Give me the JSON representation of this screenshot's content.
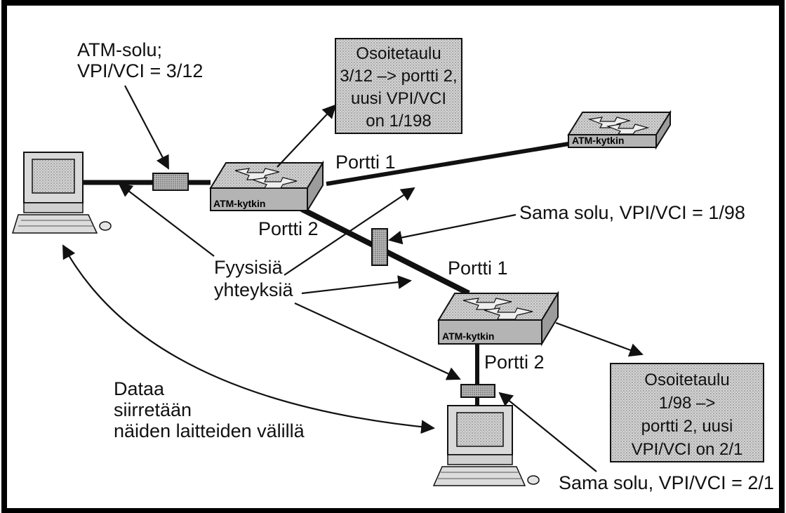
{
  "labels": {
    "atm_cell_line1": "ATM-solu;",
    "atm_cell_line2": "VPI/VCI = 3/12",
    "port1_top": "Portti 1",
    "port2_left": "Portti 2",
    "same_cell_1": "Sama solu, VPI/VCI = 1/98",
    "port1_mid": "Portti 1",
    "physical_line1": "Fyysisiä",
    "physical_line2": "yhteyksiä",
    "port2_bottom": "Portti 2",
    "data_line1": "Dataa",
    "data_line2": "siirretään",
    "data_line3": "näiden laitteiden välillä",
    "same_cell_2": "Sama solu, VPI/VCI = 2/1"
  },
  "table_top": {
    "line1": "Osoitetaulu",
    "line2": "3/12 –> portti 2,",
    "line3": "uusi VPI/VCI",
    "line4": "on 1/198"
  },
  "table_bottom": {
    "line1": "Osoitetaulu",
    "line2": "1/98 –>",
    "line3": "portti 2, uusi",
    "line4": "VPI/VCI on 2/1"
  },
  "switches": {
    "left": "ATM-kytkin",
    "top_right": "ATM-kytkin",
    "middle": "ATM-kytkin"
  },
  "colors": {
    "frame": "#000000",
    "box_fill": "#c8c8c8",
    "switch_fill": "#b4b4b4",
    "cell_fill": "#a0a0a0"
  }
}
